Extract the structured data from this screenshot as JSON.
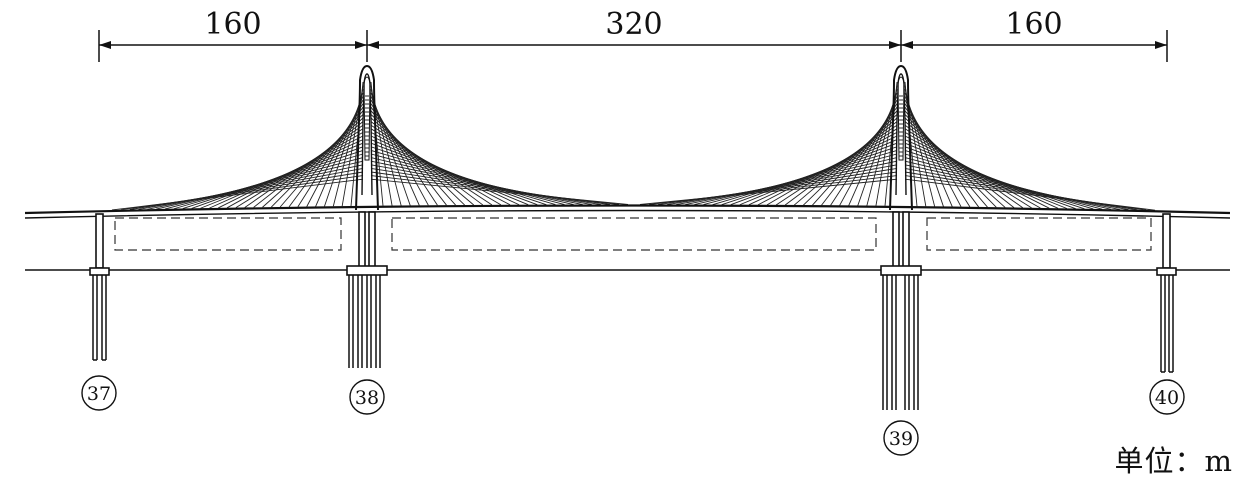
{
  "dimensions": {
    "left_span": "160",
    "main_span": "320",
    "right_span": "160"
  },
  "piers": {
    "p37": "37",
    "p38": "38",
    "p39": "39",
    "p40": "40"
  },
  "unit": {
    "label": "单位：",
    "value": "m"
  }
}
